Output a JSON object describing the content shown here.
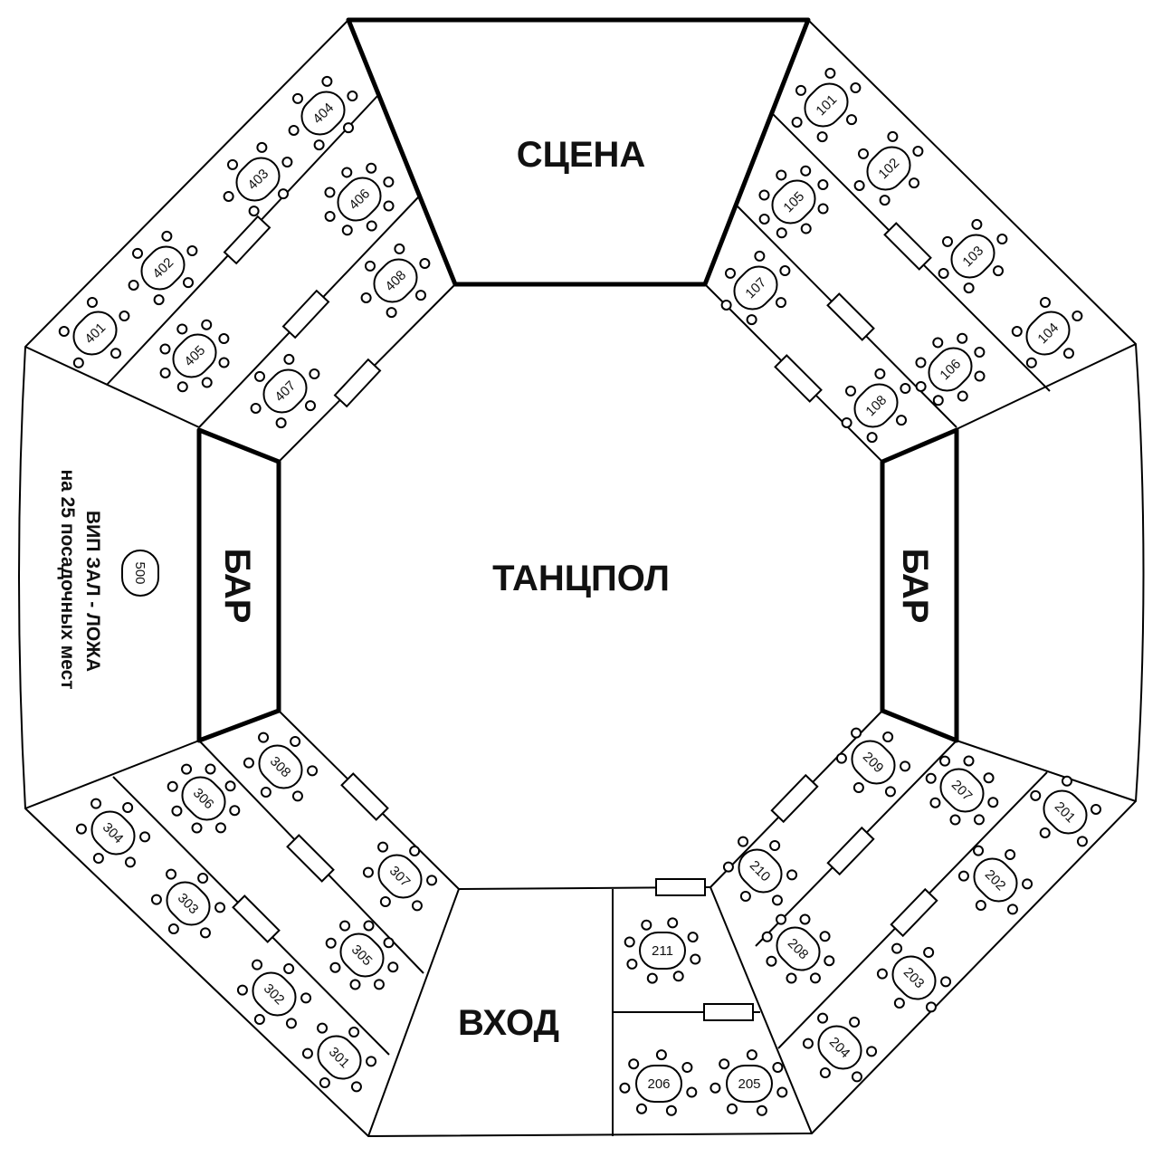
{
  "zones": {
    "stage": "СЦЕНА",
    "dance_floor": "ТАНЦПОЛ",
    "bar_left": "БАР",
    "bar_right": "БАР",
    "entrance": "ВХОД",
    "vip_line1": "ВИП ЗАЛ - ЛОЖА",
    "vip_line2": "на 25 посадочных мест"
  },
  "tables": [
    {
      "label": "401"
    },
    {
      "label": "402"
    },
    {
      "label": "403"
    },
    {
      "label": "404"
    },
    {
      "label": "405"
    },
    {
      "label": "406"
    },
    {
      "label": "407"
    },
    {
      "label": "408"
    },
    {
      "label": "101"
    },
    {
      "label": "102"
    },
    {
      "label": "103"
    },
    {
      "label": "104"
    },
    {
      "label": "105"
    },
    {
      "label": "106"
    },
    {
      "label": "107"
    },
    {
      "label": "108"
    },
    {
      "label": "201"
    },
    {
      "label": "202"
    },
    {
      "label": "203"
    },
    {
      "label": "204"
    },
    {
      "label": "205"
    },
    {
      "label": "206"
    },
    {
      "label": "207"
    },
    {
      "label": "208"
    },
    {
      "label": "209"
    },
    {
      "label": "210"
    },
    {
      "label": "211"
    },
    {
      "label": "301"
    },
    {
      "label": "302"
    },
    {
      "label": "303"
    },
    {
      "label": "304"
    },
    {
      "label": "305"
    },
    {
      "label": "306"
    },
    {
      "label": "307"
    },
    {
      "label": "308"
    },
    {
      "label": "500"
    }
  ]
}
